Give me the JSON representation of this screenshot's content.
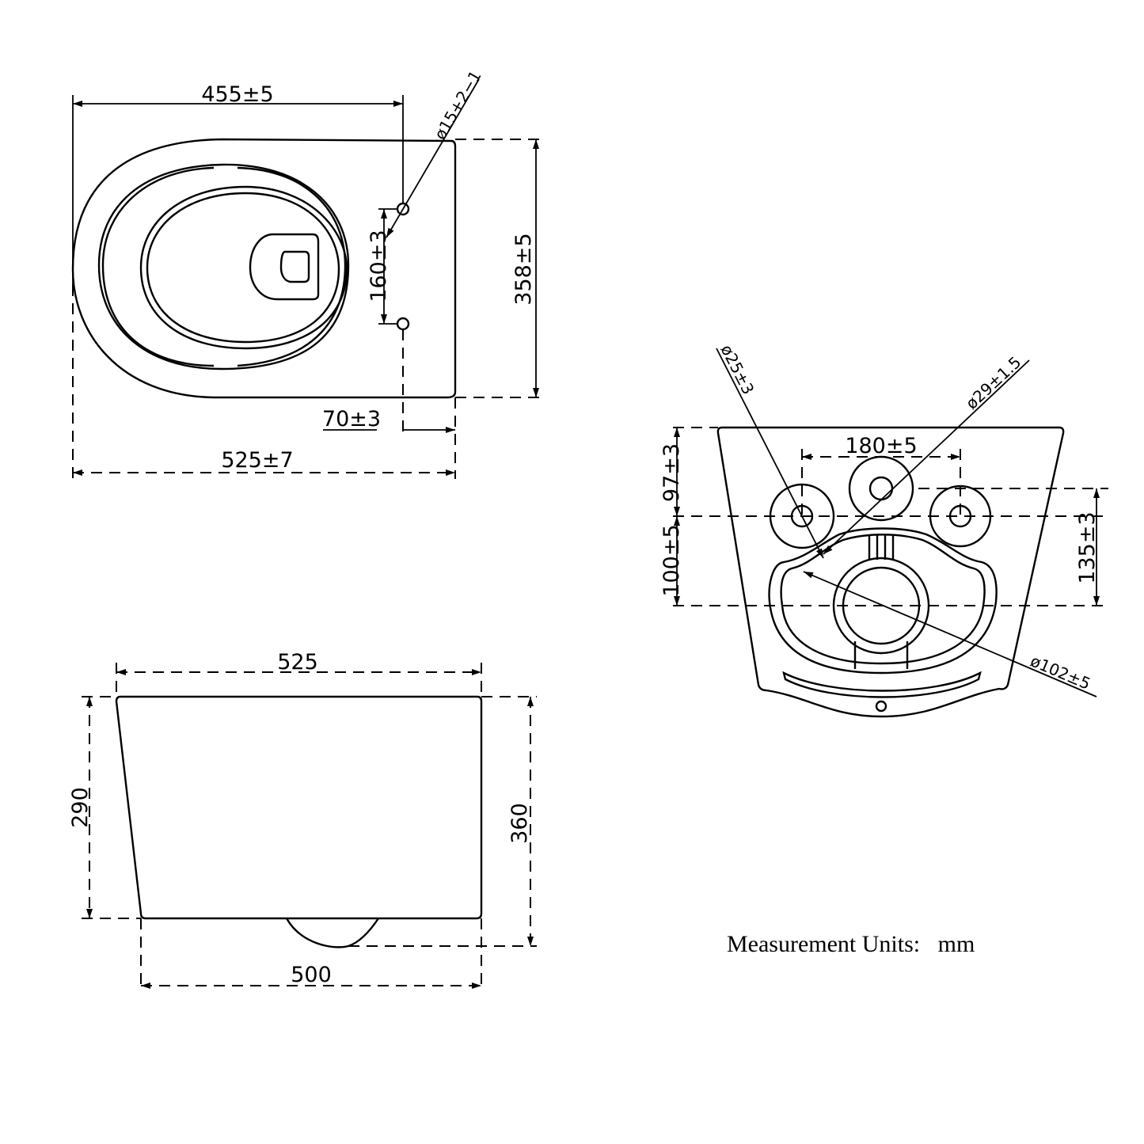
{
  "top_view": {
    "width_to_holes": "455±5",
    "hole_diameter": "ø15+2−1",
    "depth": "358±5",
    "hole_spacing": "160±3",
    "holes_to_back": "70±3",
    "overall_length": "525±7"
  },
  "side_view": {
    "top_length": "525",
    "front_height": "290",
    "total_height": "360",
    "bottom_length": "500"
  },
  "back_view": {
    "inlet_diameter": "ø25±3",
    "water_inlet_diameter": "ø29±1.5",
    "bolt_spacing": "180±5",
    "top_to_bolts": "97±3",
    "bolts_to_outlet": "100±5",
    "inlet_to_outlet": "135±3",
    "outlet_diameter": "ø102±5"
  },
  "units": {
    "label": "Measurement Units:",
    "value": "mm"
  }
}
